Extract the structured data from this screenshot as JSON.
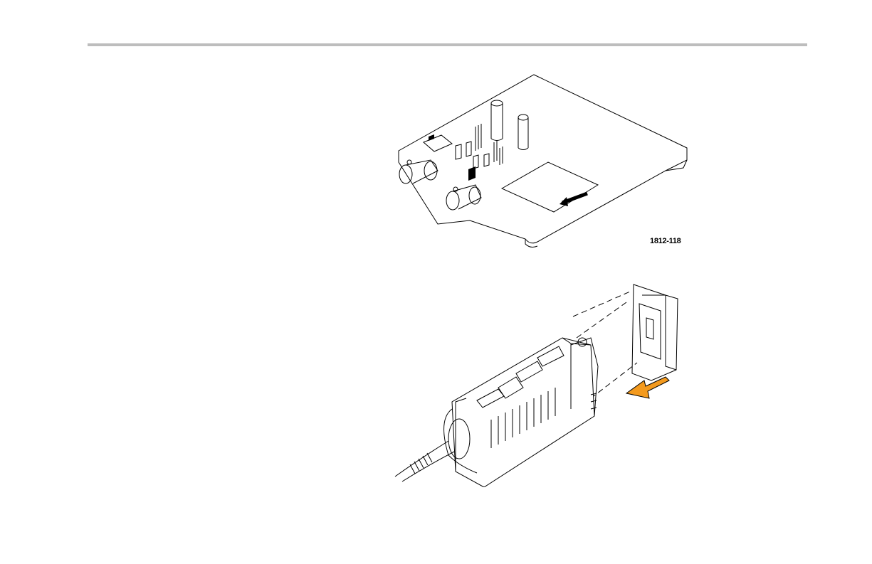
{
  "figures": [
    {
      "id": "circuit-board",
      "label": "1812-118"
    },
    {
      "id": "probe-insertion",
      "label": ""
    }
  ],
  "colors": {
    "rule": "#bdbdbd",
    "arrow_accent": "#f39a1e",
    "line": "#000000"
  }
}
